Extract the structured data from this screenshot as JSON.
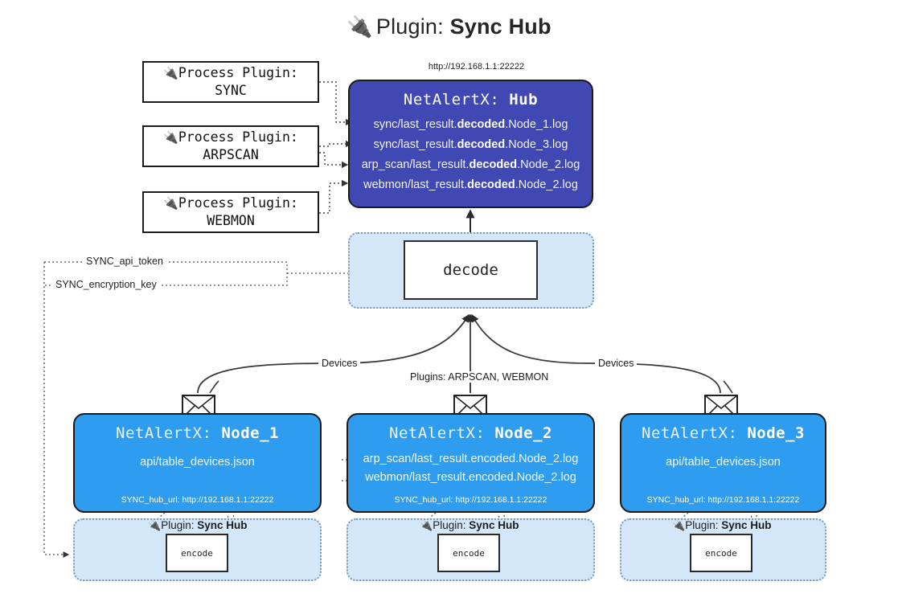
{
  "header": {
    "icon": "plug-icon",
    "prefix": "Plugin:",
    "title": "Sync Hub",
    "hub_url": "http://192.168.1.1:22222"
  },
  "colors": {
    "hub_fill": "#4048b4",
    "node_fill": "#2e9cef",
    "band_fill": "#d4e7f8",
    "band_border": "#7798b8",
    "stroke": "#1b1b1b"
  },
  "process_plugins": [
    {
      "line1": "Process Plugin:",
      "line2": "SYNC",
      "icon": "plug-icon"
    },
    {
      "line1": "Process Plugin:",
      "line2": "ARPSCAN",
      "icon": "plug-icon"
    },
    {
      "line1": "Process Plugin:",
      "line2": "WEBMON",
      "icon": "plug-icon"
    }
  ],
  "hub": {
    "title_prefix": "NetAlertX:",
    "title_name": "Hub",
    "logs": [
      {
        "pre": "sync/last_result.",
        "em": "decoded",
        "post": ".Node_1.log"
      },
      {
        "pre": "sync/last_result.",
        "em": "decoded",
        "post": ".Node_3.log"
      },
      {
        "pre": "arp_scan/last_result.",
        "em": "decoded",
        "post": ".Node_2.log"
      },
      {
        "pre": "webmon/last_result.",
        "em": "decoded",
        "post": ".Node_2.log"
      }
    ]
  },
  "decode": {
    "box_label": "decode"
  },
  "env_vars": [
    {
      "label": "SYNC_api_token"
    },
    {
      "label": "SYNC_encryption_key"
    }
  ],
  "edge_labels": {
    "devices_left": "Devices",
    "devices_right": "Devices",
    "plugins_center": "Plugins: ARPSCAN, WEBMON"
  },
  "nodes": [
    {
      "title_prefix": "NetAlertX:",
      "title_name": "Node_1",
      "lines": [
        "api/table_devices.json"
      ],
      "footer": "SYNC_hub_url: http://192.168.1.1:22222",
      "icon": "envelope-icon"
    },
    {
      "title_prefix": "NetAlertX:",
      "title_name": "Node_2",
      "lines": [
        "arp_scan/last_result.encoded.Node_2.log",
        "webmon/last_result.encoded.Node_2.log"
      ],
      "footer": "SYNC_hub_url: http://192.168.1.1:22222",
      "icon": "envelope-icon"
    },
    {
      "title_prefix": "NetAlertX:",
      "title_name": "Node_3",
      "lines": [
        "api/table_devices.json"
      ],
      "footer": "SYNC_hub_url: http://192.168.1.1:22222",
      "icon": "envelope-icon"
    }
  ],
  "encode_bands": [
    {
      "label_prefix": "Plugin:",
      "label_name": "Sync Hub",
      "box_label": "encode",
      "icon": "plug-icon"
    },
    {
      "label_prefix": "Plugin:",
      "label_name": "Sync Hub",
      "box_label": "encode",
      "icon": "plug-icon"
    },
    {
      "label_prefix": "Plugin:",
      "label_name": "Sync Hub",
      "box_label": "encode",
      "icon": "plug-icon"
    }
  ]
}
